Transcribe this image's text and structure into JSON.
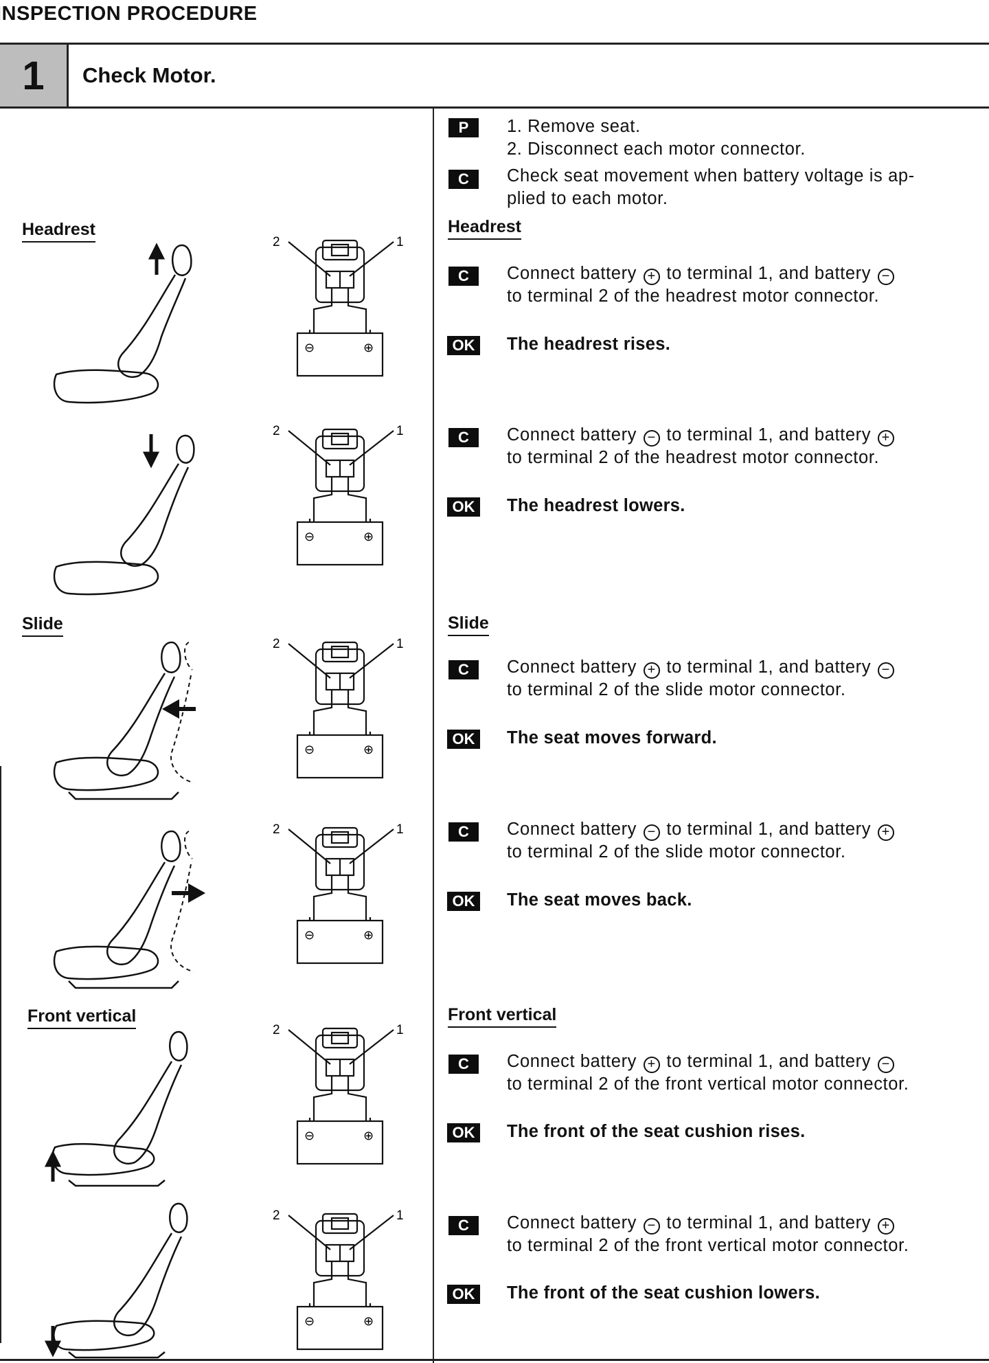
{
  "page_title": "INSPECTION PROCEDURE",
  "step": {
    "number": "1",
    "title": "Check Motor."
  },
  "intro": {
    "p_badge": "P",
    "c_badge": "C",
    "steps": [
      "1.  Remove seat.",
      "2.  Disconnect each motor connector."
    ],
    "check_line1": "Check seat movement when battery voltage is ap-",
    "check_line2": "plied to each motor."
  },
  "sections": {
    "headrest": {
      "label": "Headrest",
      "up": {
        "c": "C",
        "ok": "OK",
        "l1a": "Connect battery",
        "s1": "+",
        "l1b": "to terminal 1, and battery",
        "s2": "−",
        "l2": "to terminal 2 of the headrest motor connector.",
        "result": "The headrest rises."
      },
      "down": {
        "c": "C",
        "ok": "OK",
        "l1a": "Connect battery",
        "s1": "−",
        "l1b": "to terminal 1, and battery",
        "s2": "+",
        "l2": "to terminal 2 of the headrest motor connector.",
        "result": "The headrest lowers."
      }
    },
    "slide": {
      "label": "Slide",
      "fwd": {
        "c": "C",
        "ok": "OK",
        "l1a": "Connect battery",
        "s1": "+",
        "l1b": "to terminal 1, and battery",
        "s2": "−",
        "l2": "to terminal 2 of the slide motor connector.",
        "result": "The seat moves forward."
      },
      "back": {
        "c": "C",
        "ok": "OK",
        "l1a": "Connect battery",
        "s1": "−",
        "l1b": "to terminal 1, and battery",
        "s2": "+",
        "l2": "to terminal 2 of the slide motor connector.",
        "result": "The seat moves back."
      }
    },
    "front_vertical": {
      "label": "Front vertical",
      "up": {
        "c": "C",
        "ok": "OK",
        "l1a": "Connect battery",
        "s1": "+",
        "l1b": "to terminal 1, and battery",
        "s2": "−",
        "l2": "to terminal 2 of the front vertical motor connector.",
        "result": "The front of the seat cushion rises."
      },
      "down": {
        "c": "C",
        "ok": "OK",
        "l1a": "Connect battery",
        "s1": "−",
        "l1b": "to terminal 1, and battery",
        "s2": "+",
        "l2": "to terminal 2 of the front vertical motor connector.",
        "result": "The front of the seat cushion lowers."
      }
    }
  },
  "diagram": {
    "terminal_left": "2",
    "terminal_right": "1",
    "battery_neg": "⊖",
    "battery_pos": "⊕"
  }
}
